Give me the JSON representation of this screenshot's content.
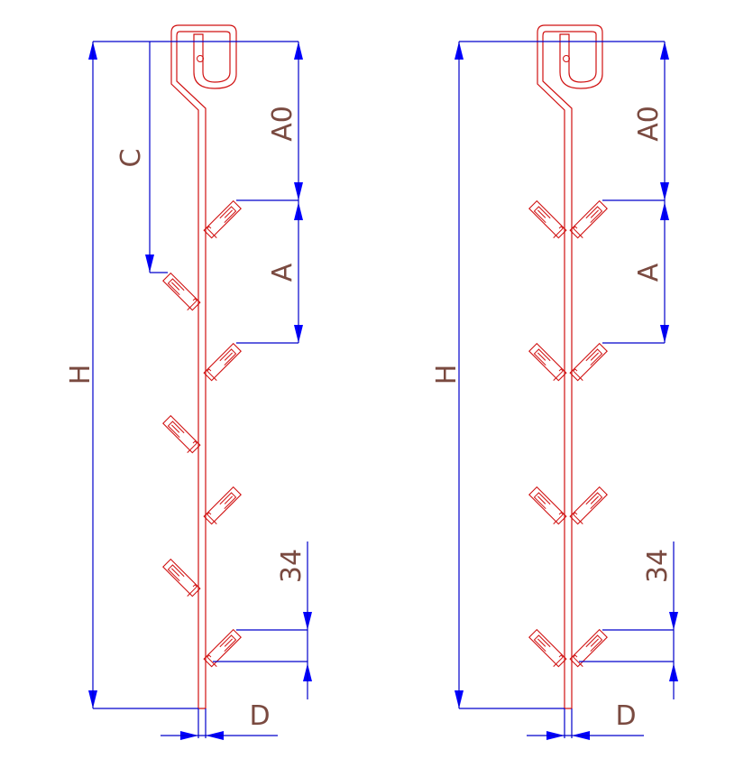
{
  "colors": {
    "part": "#d01010",
    "dimension": "#0000cc",
    "arrow": "#0000ff",
    "label": "#7a4a40"
  },
  "drawings": [
    {
      "name": "alternating-hooks",
      "labels": {
        "height": "H",
        "offset": "C",
        "first_spacing": "A0",
        "spacing": "A",
        "hook_height": "34",
        "diameter": "D"
      }
    },
    {
      "name": "paired-hooks",
      "labels": {
        "height": "H",
        "first_spacing": "A0",
        "spacing": "A",
        "hook_height": "34",
        "diameter": "D"
      }
    }
  ]
}
